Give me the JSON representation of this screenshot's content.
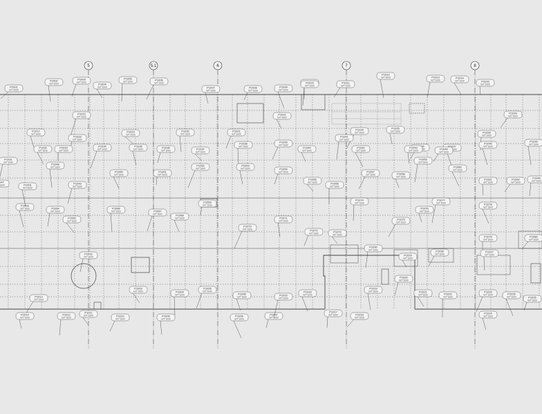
{
  "grid_labels": [
    "5",
    "5.1",
    "6",
    "7",
    "8"
  ],
  "tag_subtext": "N/T°1000",
  "tags": [
    "P1001",
    "P1002",
    "P1003",
    "P1004",
    "P1005",
    "P1006",
    "P1007",
    "P1008",
    "P1009",
    "P1010",
    "P1011",
    "P1012",
    "P1013",
    "P1014",
    "P1015",
    "P1016",
    "P1017",
    "P1018",
    "P1019",
    "P1020",
    "P1021",
    "P1022",
    "P1023",
    "P1024",
    "P1025",
    "P1026",
    "P1027",
    "P1028",
    "P1029",
    "P1030",
    "P1031",
    "P1032",
    "P1033",
    "P1034",
    "P1035",
    "P1036",
    "P1037",
    "P1038",
    "P1039",
    "P1040",
    "P1041",
    "P1042",
    "P1043",
    "P1044",
    "P1045",
    "P1046",
    "P1047",
    "P1048",
    "P1049",
    "P1050",
    "P1051",
    "P1052",
    "P1053",
    "P1054",
    "P1055",
    "P1056",
    "P1057",
    "P1058",
    "P1059",
    "P1060",
    "P1061",
    "P1062",
    "P1063",
    "P1064",
    "P1065",
    "P1066",
    "P1067",
    "P1068",
    "P1069",
    "P1070",
    "P1071",
    "P1072",
    "P1073",
    "P1074",
    "P1075",
    "P1076",
    "P1077",
    "P1078",
    "P1079",
    "P1080"
  ]
}
